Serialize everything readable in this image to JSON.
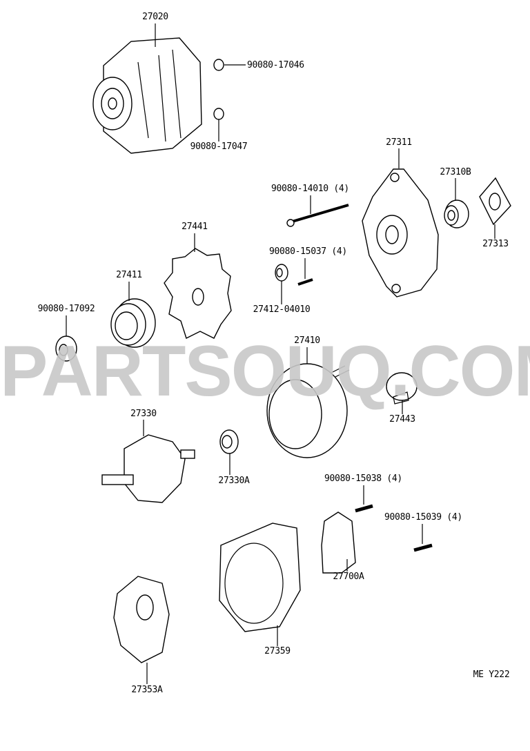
{
  "watermark": "PARTSOUQ.COM",
  "diagram_code": "ME  Y222",
  "parts": [
    {
      "id": "alternator-assy",
      "label": "27020"
    },
    {
      "id": "nut-17046",
      "label": "90080-17046"
    },
    {
      "id": "nut-17047",
      "label": "90080-17047"
    },
    {
      "id": "frame-drive-end",
      "label": "27311"
    },
    {
      "id": "bearing-front",
      "label": "27310B"
    },
    {
      "id": "bolt-through",
      "label": "90080-14010 (4)"
    },
    {
      "id": "retainer-plate",
      "label": "27313"
    },
    {
      "id": "fan",
      "label": "27441"
    },
    {
      "id": "screw-15037",
      "label": "90080-15037 (4)"
    },
    {
      "id": "pulley",
      "label": "27411"
    },
    {
      "id": "nut-17092",
      "label": "90080-17092"
    },
    {
      "id": "spacer-collar",
      "label": "27412-04010"
    },
    {
      "id": "stator",
      "label": "27410"
    },
    {
      "id": "insulator",
      "label": "27443"
    },
    {
      "id": "rotor",
      "label": "27330"
    },
    {
      "id": "bearing-rear",
      "label": "27330A"
    },
    {
      "id": "screw-15038",
      "label": "90080-15038 (4)"
    },
    {
      "id": "screw-15039",
      "label": "90080-15039 (4)"
    },
    {
      "id": "regulator",
      "label": "27700A"
    },
    {
      "id": "frame-rear-end",
      "label": "27359"
    },
    {
      "id": "rectifier-holder",
      "label": "27353A"
    }
  ]
}
